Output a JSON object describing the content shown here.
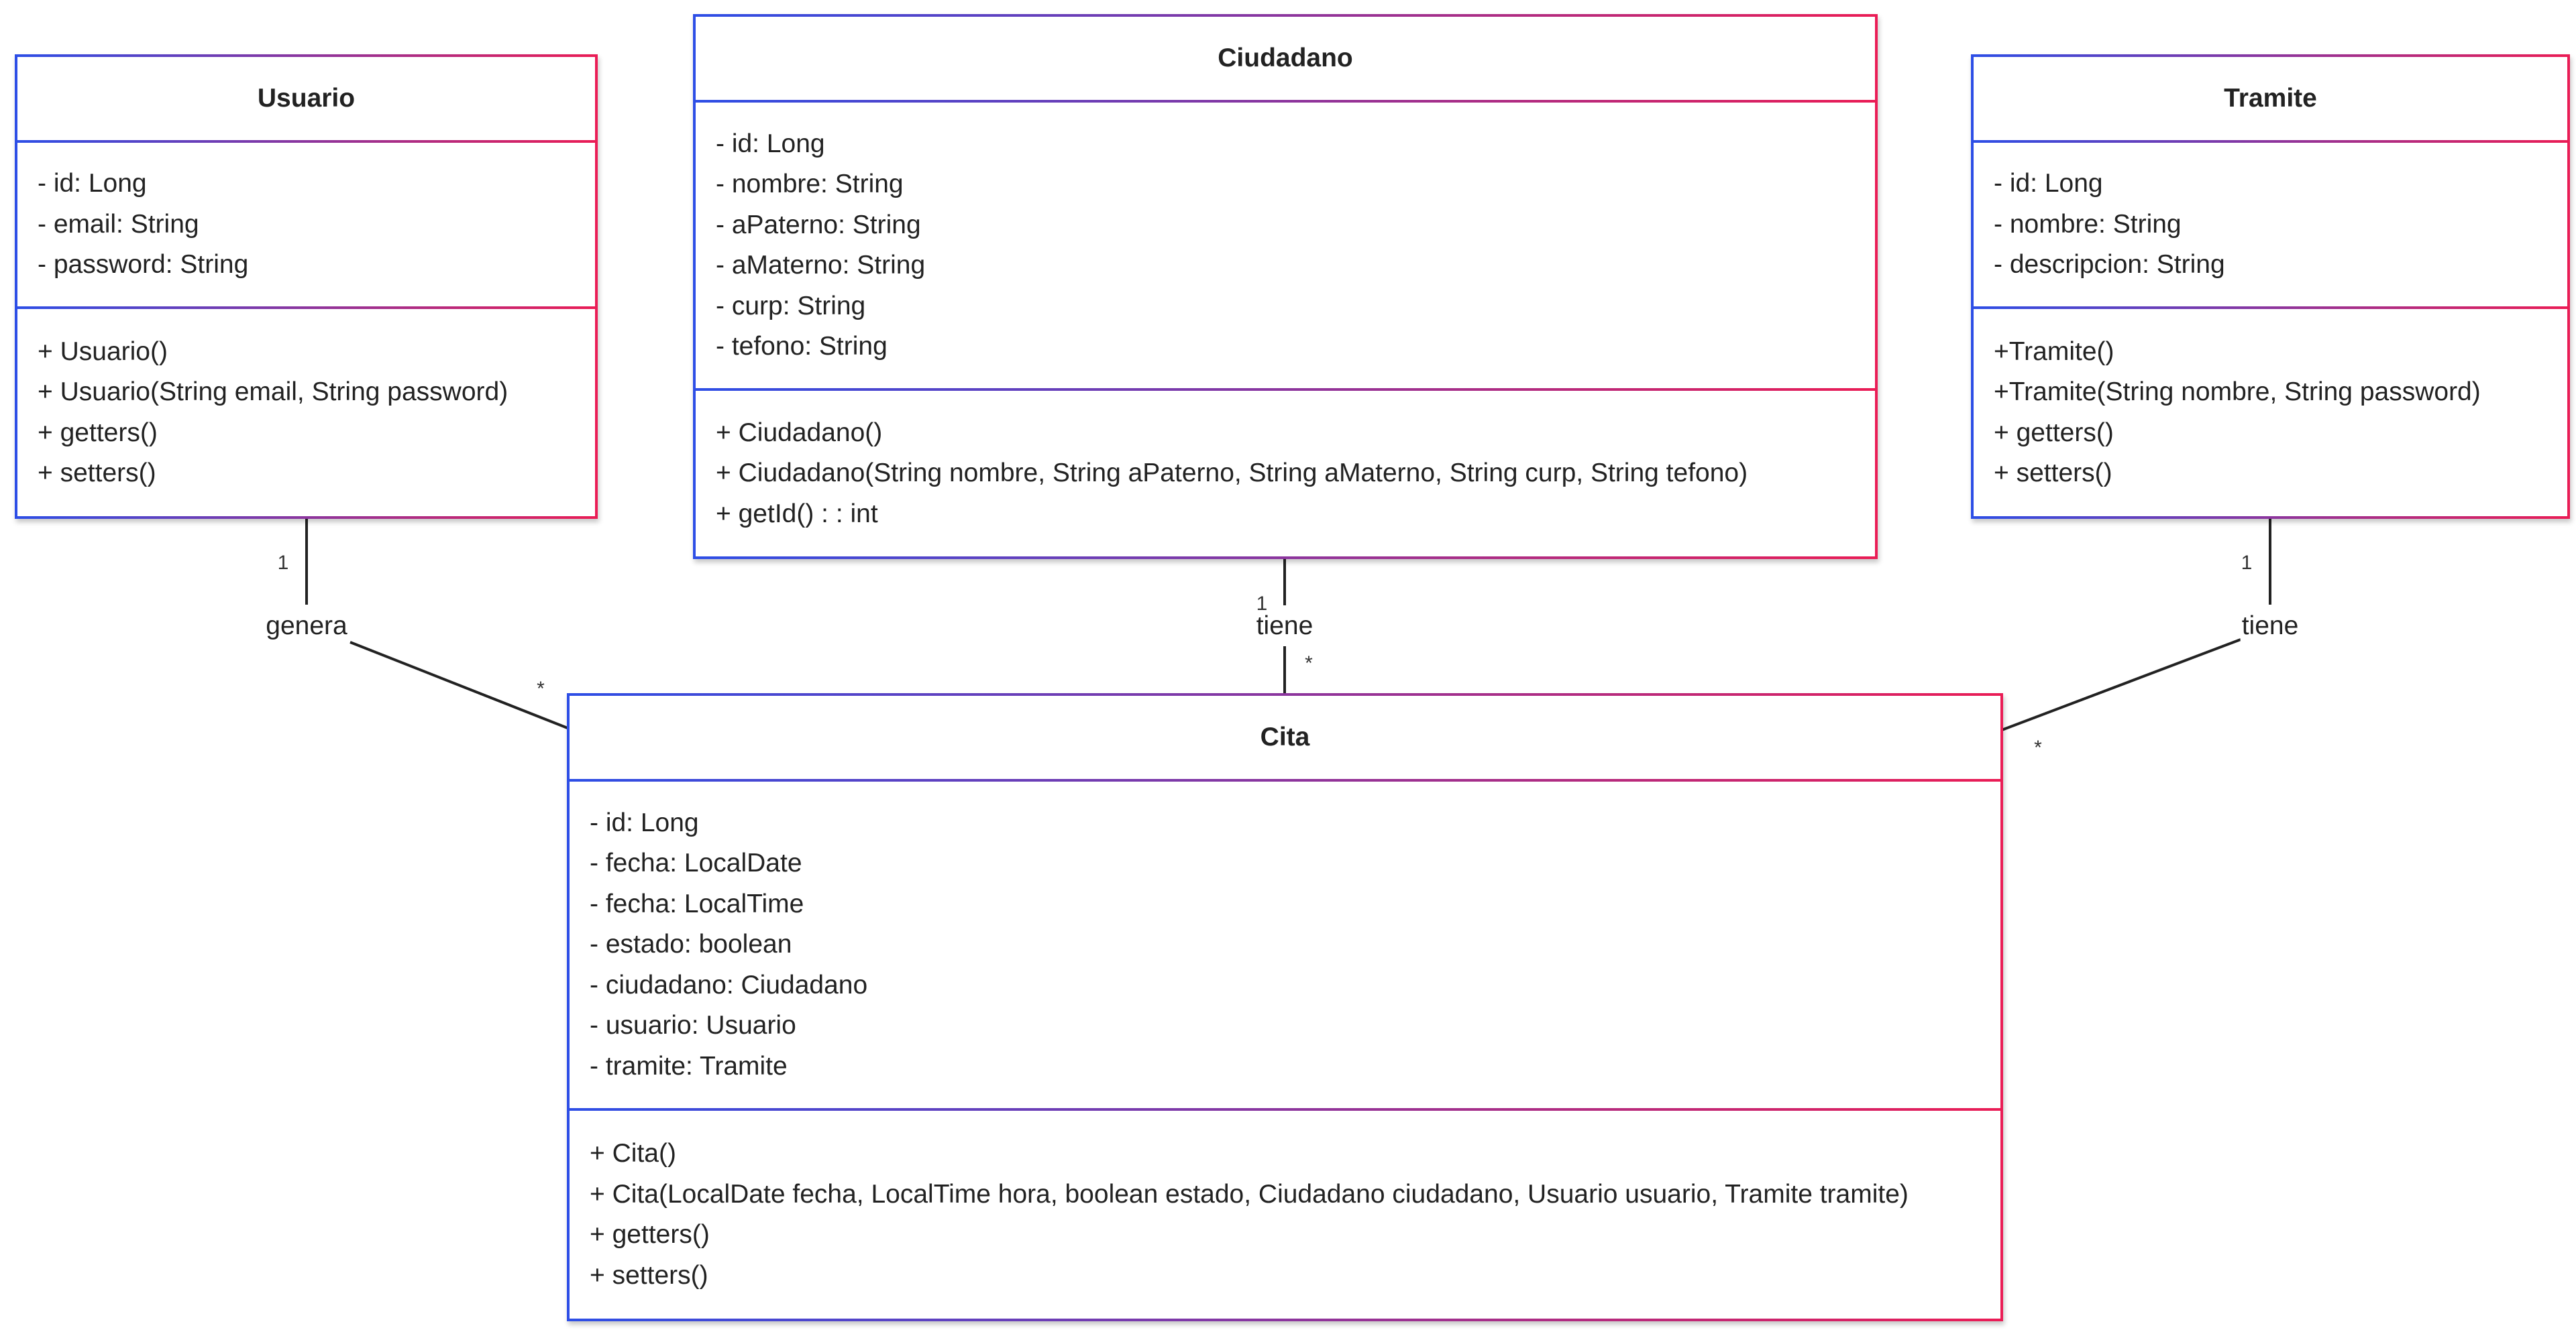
{
  "classes": {
    "usuario": {
      "name": "Usuario",
      "attributes": [
        "- id: Long",
        "- email: String",
        "- password: String"
      ],
      "methods": [
        "+ Usuario()",
        "+ Usuario(String email, String password)",
        "+ getters()",
        "+ setters()"
      ]
    },
    "ciudadano": {
      "name": "Ciudadano",
      "attributes": [
        "- id: Long",
        "- nombre: String",
        "- aPaterno: String",
        "- aMaterno: String",
        "- curp: String",
        "- tefono: String"
      ],
      "methods": [
        "+ Ciudadano()",
        "+ Ciudadano(String nombre, String aPaterno, String aMaterno, String curp, String tefono)",
        "+ getId() : : int"
      ]
    },
    "tramite": {
      "name": "Tramite",
      "attributes": [
        "- id: Long",
        "- nombre: String",
        "- descripcion: String"
      ],
      "methods": [
        "+Tramite()",
        "+Tramite(String nombre, String password)",
        "+ getters()",
        "+ setters()"
      ]
    },
    "cita": {
      "name": "Cita",
      "attributes": [
        "- id: Long",
        "- fecha: LocalDate",
        "- fecha: LocalTime",
        "- estado: boolean",
        "- ciudadano: Ciudadano",
        "- usuario: Usuario",
        "- tramite: Tramite"
      ],
      "methods": [
        "+ Cita()",
        "+ Cita(LocalDate fecha, LocalTime hora, boolean estado, Ciudadano ciudadano, Usuario usuario, Tramite tramite)",
        "+ getters()",
        "+ setters()"
      ]
    }
  },
  "associations": {
    "genera": {
      "label": "genera",
      "source_mult": "1",
      "target_mult": "*"
    },
    "tiene_ciudadano": {
      "label": "tiene",
      "source_mult": "1",
      "target_mult": "*"
    },
    "tiene_tramite": {
      "label": "tiene",
      "source_mult": "1",
      "target_mult": "*"
    }
  },
  "colors": {
    "border_start": "#2d4ee6",
    "border_end": "#ea1c55",
    "line": "#222222",
    "text": "#222222"
  }
}
